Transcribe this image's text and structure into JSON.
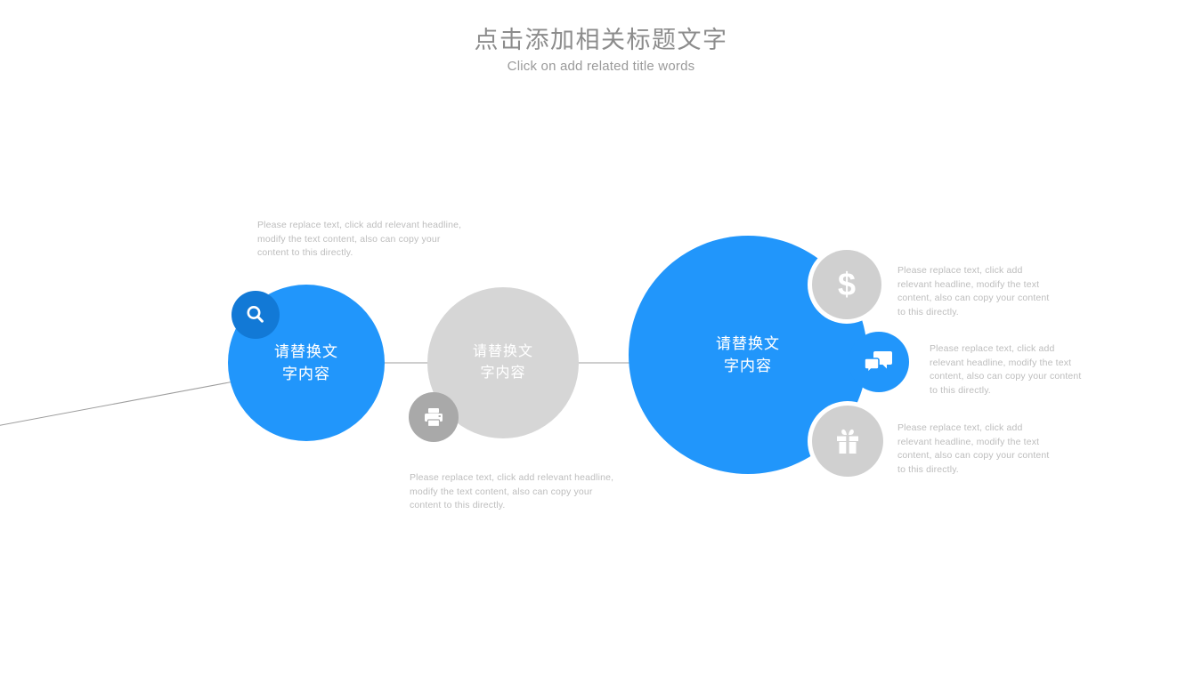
{
  "header": {
    "title_cn": "点击添加相关标题文字",
    "title_en": "Click on add related title words"
  },
  "circles": [
    {
      "id": "circle-1",
      "label_line1": "请替换文",
      "label_line2": "字内容",
      "color": "#2196fb",
      "kind": "blue"
    },
    {
      "id": "circle-2",
      "label_line1": "请替换文",
      "label_line2": "字内容",
      "color": "#d6d6d6",
      "kind": "gray"
    },
    {
      "id": "circle-3",
      "label_line1": "请替换文",
      "label_line2": "字内容",
      "color": "#2196fb",
      "kind": "blue"
    }
  ],
  "badges": [
    {
      "id": "badge-search",
      "icon": "search-icon",
      "color": "#1279d6"
    },
    {
      "id": "badge-print",
      "icon": "printer-icon",
      "color": "#a9a9a9"
    },
    {
      "id": "badge-money",
      "icon": "dollar-icon",
      "color": "#d0d0d0"
    },
    {
      "id": "badge-chat",
      "icon": "chat-bubbles-icon",
      "color": "#2196fb"
    },
    {
      "id": "badge-gift",
      "icon": "gift-icon",
      "color": "#d0d0d0"
    }
  ],
  "text_blocks": {
    "top_left": "Please replace text, click add relevant headline, modify the text content, also can copy your content to this directly.",
    "bottom_middle": "Please replace text, click add relevant headline, modify the text content, also can copy your content to this directly.",
    "right_1": "Please replace text, click add relevant headline, modify the text content, also can copy your content to this directly.",
    "right_2": "Please replace text, click add relevant headline, modify the text content, also can copy your content to this directly.",
    "right_3": "Please replace text, click add relevant headline, modify the text content, also can copy your content to this directly."
  },
  "colors": {
    "accent_blue": "#2196fb",
    "accent_blue_dark": "#1279d6",
    "gray_circle": "#d6d6d6",
    "gray_badge": "#d0d0d0",
    "gray_badge_dark": "#a9a9a9",
    "text_gray": "#bdbdbd",
    "title_gray": "#8c8c8c",
    "line_gray": "#9d9d9d"
  }
}
